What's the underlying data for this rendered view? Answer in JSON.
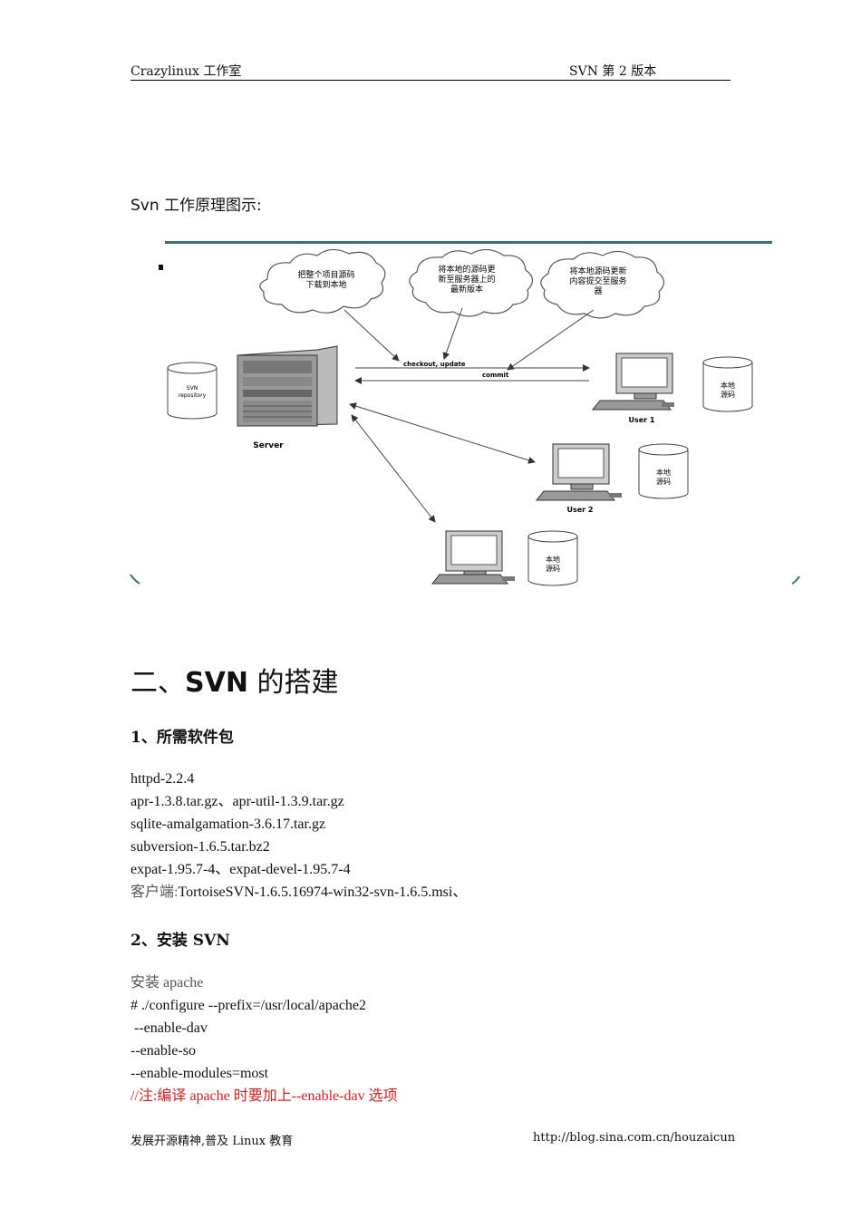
{
  "header": {
    "left": "Crazylinux 工作室",
    "right": "SVN 第 2 版本"
  },
  "figure": {
    "caption": "Svn 工作原理图示:",
    "cloud_1": [
      "把整个项目源码",
      "下载到本地"
    ],
    "cloud_2": [
      "将本地的源码更",
      "新至服务器上的",
      "最新版本"
    ],
    "cloud_3": [
      "将本地源码更新",
      "内容提交至服务",
      "器"
    ],
    "arrow_top_label": "checkout, update",
    "arrow_bottom_label": "commit",
    "repo_label": [
      "SVN",
      "repository"
    ],
    "server_label": "Server",
    "user1_label": "User 1",
    "user2_label": "User 2",
    "local_code": [
      "本地",
      "源码"
    ]
  },
  "section": {
    "number": "二、",
    "svn": "SVN",
    "title_rest": " 的搭建"
  },
  "sub1": {
    "title": "1、所需软件包"
  },
  "packages": [
    "httpd-2.2.4",
    "apr-1.3.8.tar.gz、apr-util-1.3.9.tar.gz",
    "sqlite-amalgamation-3.6.17.tar.gz",
    "subversion-1.6.5.tar.bz2",
    "expat-1.95.7-4、expat-devel-1.95.7-4"
  ],
  "client": {
    "label": "客户端:",
    "value": "TortoiseSVN-1.6.5.16974-win32-svn-1.6.5.msi、"
  },
  "sub2": {
    "title": "2、安装 SVN"
  },
  "install": {
    "intro": "安装 apache",
    "lines": [
      "# ./configure --prefix=/usr/local/apache2",
      " --enable-dav",
      "--enable-so",
      "--enable-modules=most"
    ],
    "note": "//注:编译 apache 时要加上--enable-dav 选项"
  },
  "footer": {
    "left": "发展开源精神,普及 Linux 教育",
    "right": "http://blog.sina.com.cn/houzaicun"
  }
}
